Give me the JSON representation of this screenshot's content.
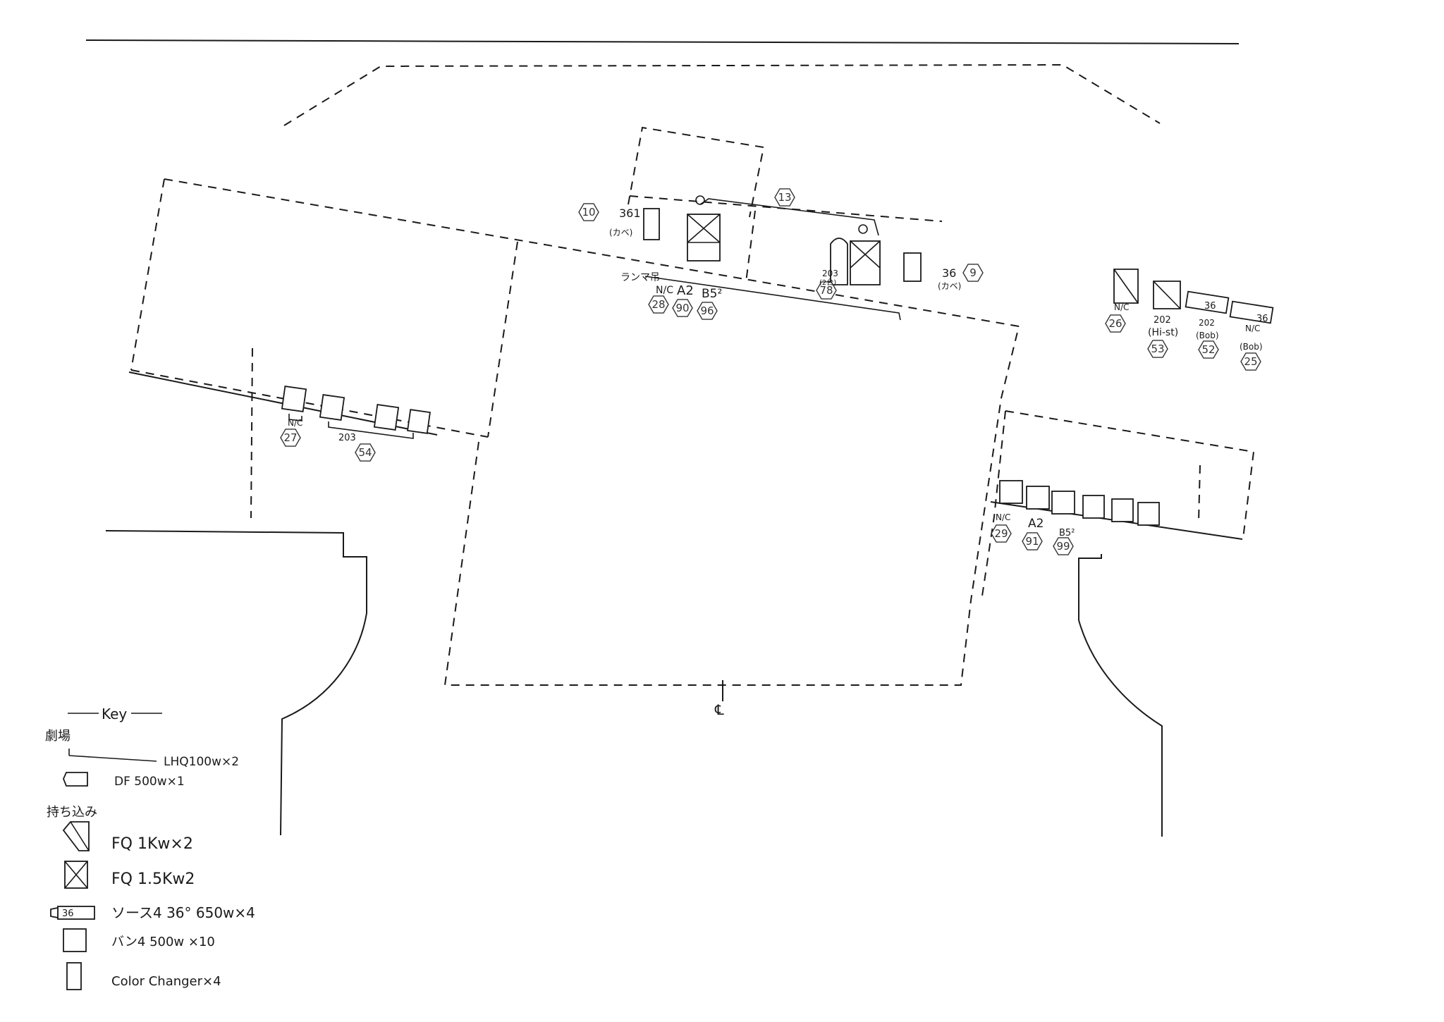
{
  "top_units": {
    "left_label": "361",
    "left_sublabel": "(カベ)",
    "left_num": "10",
    "bridge_num": "13",
    "right_label": "36",
    "right_sublabel": "(カベ)",
    "right_num": "9",
    "fq_right_label": "203",
    "fq_right_sublabel": "(2台)",
    "fq_right_num": "78",
    "rampline_label": "ランマ吊",
    "groups": [
      {
        "label": "N/C",
        "num": "28"
      },
      {
        "label": "A2",
        "num": "90"
      },
      {
        "label": "B5²",
        "num": "96"
      }
    ]
  },
  "left_units": {
    "nc_label": "N/C",
    "nc_num": "27",
    "group_label": "203",
    "group_num": "54"
  },
  "right_top_units": [
    {
      "label": "N/C",
      "num": "26"
    },
    {
      "label": "202",
      "sublabel": "(Hi-st)",
      "num": "53"
    },
    {
      "label": "202",
      "sublabel": "(Bob)",
      "num": "52",
      "tag": "36"
    },
    {
      "label": "N/C",
      "sublabel": "(Bob)",
      "num": "25",
      "tag": "36"
    }
  ],
  "right_lower_units": [
    {
      "label": "N/C",
      "num": "29"
    },
    {
      "label": "A2",
      "num": "91"
    },
    {
      "label": "B5²",
      "num": "99"
    }
  ],
  "centerline_label": "℄",
  "key": {
    "title": "Key",
    "section1": "劇場",
    "items1": [
      {
        "icon": "line",
        "text": "LHQ100w×2"
      },
      {
        "icon": "df",
        "text": "DF 500w×1"
      }
    ],
    "section2": "持ち込み",
    "items2": [
      {
        "icon": "fq1",
        "text": "FQ 1Kw×2"
      },
      {
        "icon": "fq15",
        "text": "FQ 1.5Kw2"
      },
      {
        "icon": "source4",
        "icon_label": "36",
        "text": "ソース4 36° 650w×4"
      },
      {
        "icon": "box",
        "text": "バン4 500w ×10"
      },
      {
        "icon": "tall",
        "text": "Color Changer×4"
      }
    ]
  }
}
